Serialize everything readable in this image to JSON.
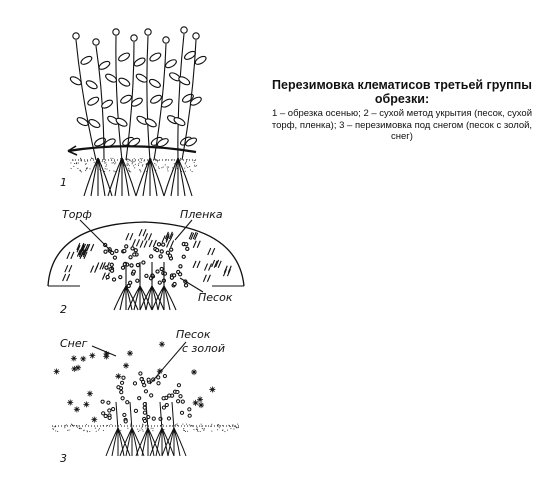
{
  "caption": {
    "title": "Перезимовка клематисов третьей группы обрезки:",
    "description": "1 – обрезка осенью; 2 – сухой метод укрытия (песок, сухой торф, пленка); 3 – перезимовка под снегом (песок с золой, снег)"
  },
  "figure1": {
    "number": "1"
  },
  "figure2": {
    "number": "2",
    "label_peat": "Торф",
    "label_film": "Пленка",
    "label_sand": "Песок"
  },
  "figure3": {
    "number": "3",
    "label_snow": "Снег",
    "label_sand_ash_line1": "Песок",
    "label_sand_ash_line2": "с золой"
  }
}
